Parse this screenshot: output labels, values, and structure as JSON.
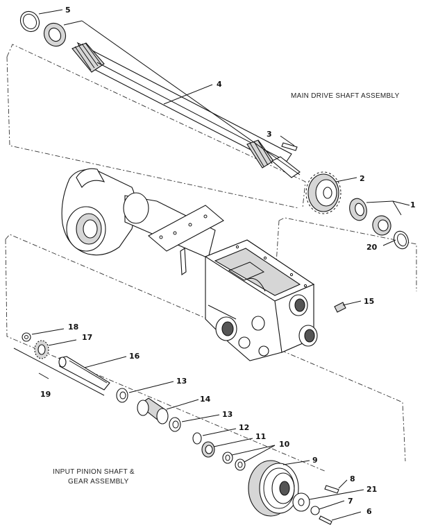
{
  "captions": {
    "main_drive": "MAIN DRIVE SHAFT ASSEMBLY",
    "input_pinion_line1": "INPUT PINION SHAFT &",
    "input_pinion_line2": "GEAR ASSEMBLY"
  },
  "callouts": {
    "p1": "1",
    "p2": "2",
    "p3": "3",
    "p4": "4",
    "p5": "5",
    "p6": "6",
    "p7": "7",
    "p8": "8",
    "p9": "9",
    "p10": "10",
    "p11": "11",
    "p12": "12",
    "p13a": "13",
    "p13b": "13",
    "p14": "14",
    "p15": "15",
    "p16": "16",
    "p17": "17",
    "p18": "18",
    "p19": "19",
    "p20": "20",
    "p21": "21"
  }
}
